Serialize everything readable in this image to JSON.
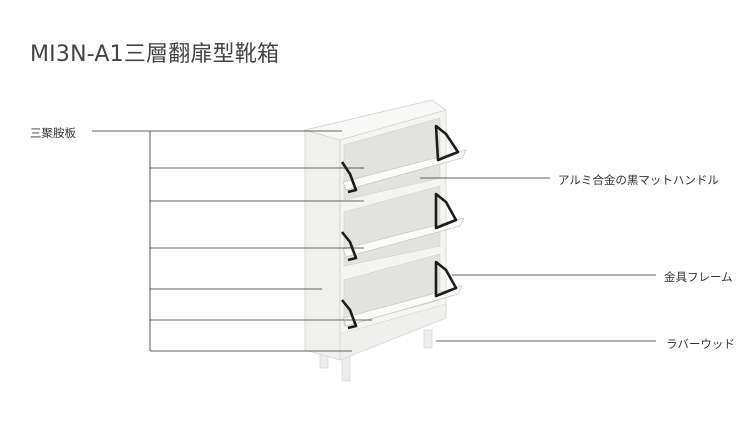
{
  "page_title": "MI3N-A1三層翻扉型靴箱",
  "labels": {
    "triple_panel": "三聚胺板",
    "handle": "アルミ合金の黒マットハンドル",
    "metal_frame": "金具フレーム",
    "rubber_wood": "ラバーウッド"
  },
  "colors": {
    "background": "#ffffff",
    "cabinet": "#f3f3f1",
    "cabinet_shadow": "#d9d9d6",
    "handle": "#1c1c1c",
    "leader_line": "#333333"
  }
}
